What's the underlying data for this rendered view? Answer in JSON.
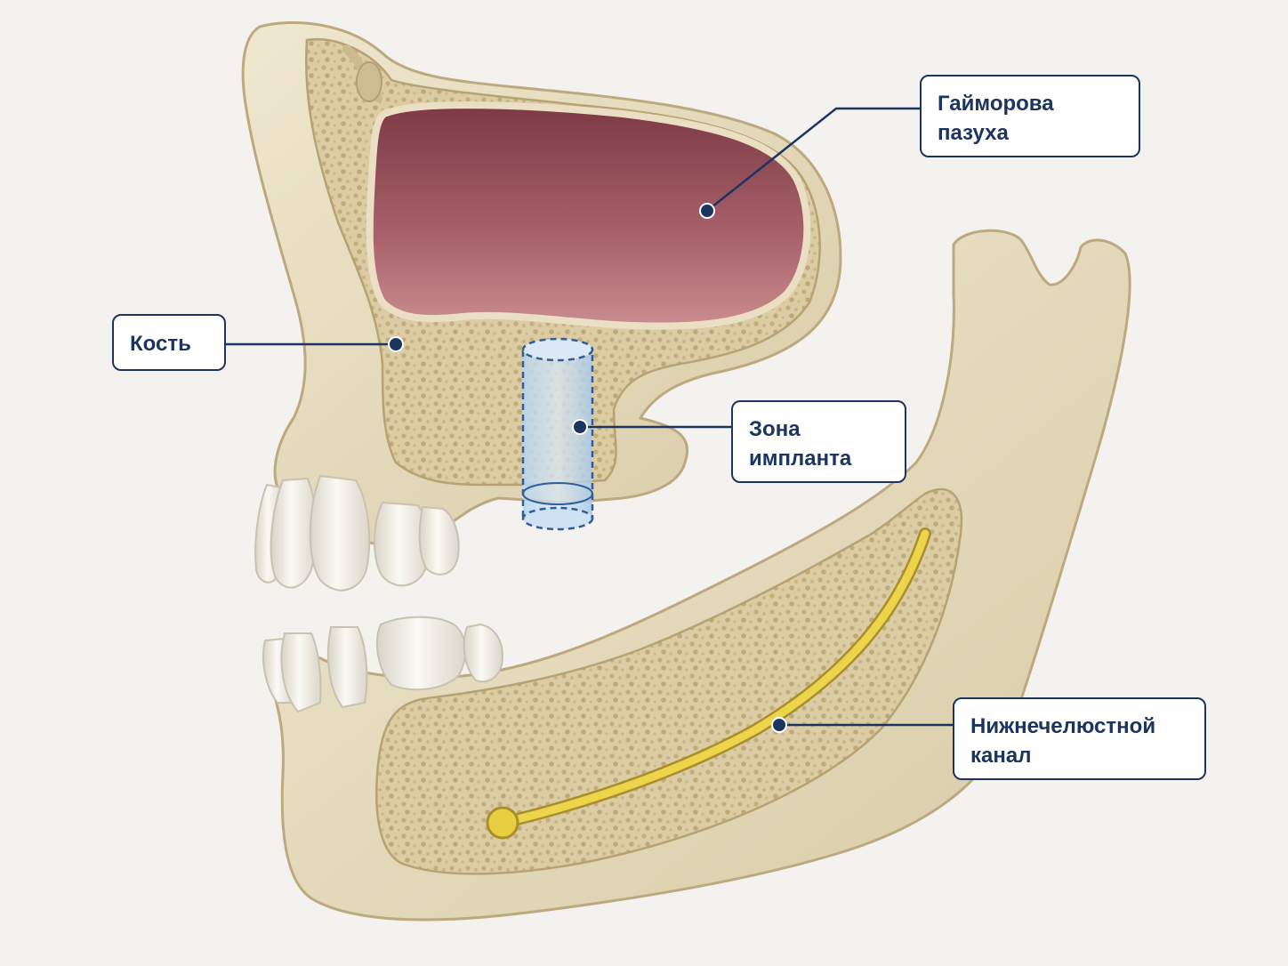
{
  "labels": {
    "sinus": {
      "line1": "Гайморова",
      "line2": "пазуха"
    },
    "bone": {
      "line1": "Кость"
    },
    "implant": {
      "line1": "Зона",
      "line2": "импланта"
    },
    "canal": {
      "line1": "Нижнечелюстной",
      "line2": "канал"
    }
  },
  "colors": {
    "background": "#f3f2ef",
    "bone": "#e6dcc0",
    "bone_shadow": "#c9b994",
    "cancellous": "#d9c99e",
    "sinus": "#a35a62",
    "tooth": "#f4f1ea",
    "implant_zone": "#9cc4e6",
    "nerve_canal": "#e6cc3c",
    "callout_border": "#1b3560"
  },
  "icons": [
    "callout-pointer-dot"
  ]
}
